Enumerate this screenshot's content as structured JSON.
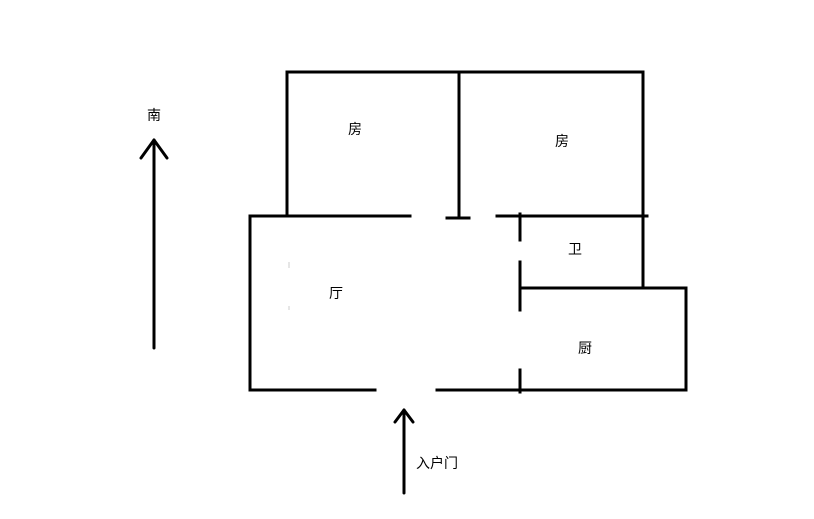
{
  "compass": {
    "label": "南"
  },
  "rooms": {
    "bedroom_1": "房",
    "bedroom_2": "房",
    "bathroom": "卫",
    "living_room": "厅",
    "kitchen": "厨"
  },
  "entrance": {
    "label": "入户门"
  }
}
